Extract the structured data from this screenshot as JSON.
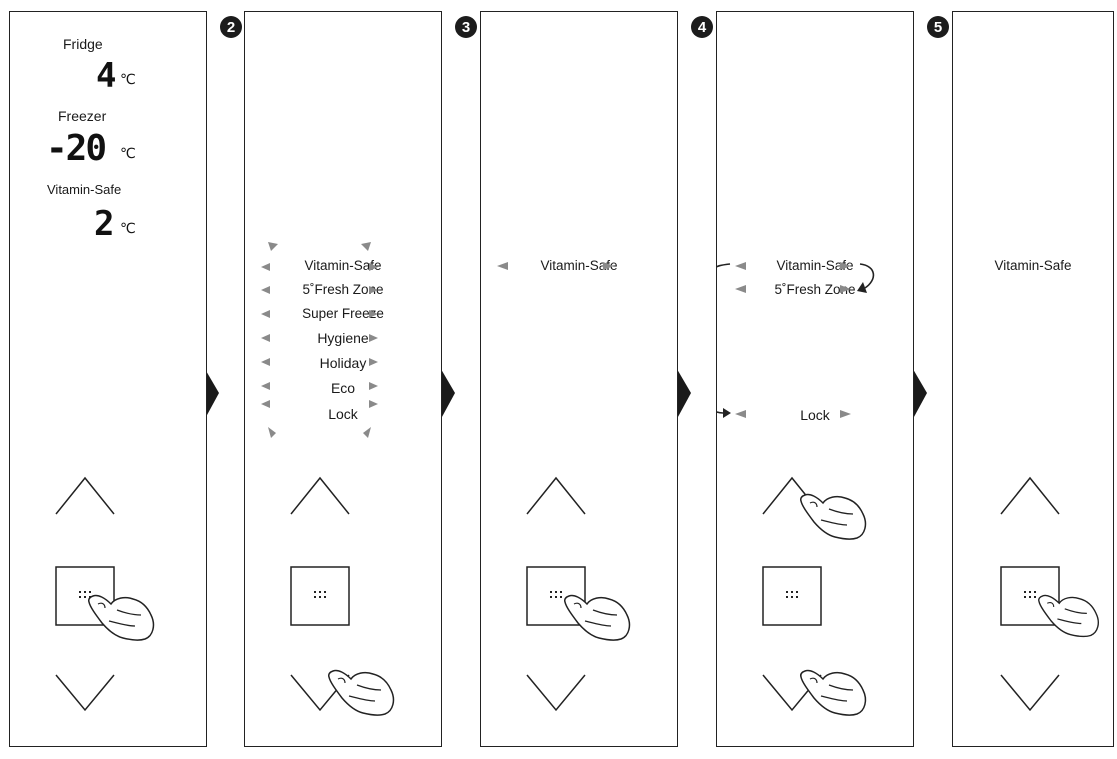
{
  "steps": {
    "badge_2": "2",
    "badge_3": "3",
    "badge_4": "4",
    "badge_5": "5"
  },
  "panel1": {
    "fridge_label": "Fridge",
    "fridge_value": "4",
    "fridge_unit": "℃",
    "freezer_label": "Freezer",
    "freezer_value": "-20",
    "freezer_unit": "℃",
    "vitamin_label": "Vitamin-Safe",
    "vitamin_value": "2",
    "vitamin_unit": "℃"
  },
  "panel2": {
    "menu": [
      "Vitamin-Safe",
      "5˚Fresh Zone",
      "Super Freeze",
      "Hygiene",
      "Holiday",
      "Eco",
      "Lock"
    ]
  },
  "panel3": {
    "selected": "Vitamin-Safe"
  },
  "panel4": {
    "item_1": "Vitamin-Safe",
    "item_2": "5˚Fresh Zone",
    "item_last": "Lock"
  },
  "panel5": {
    "confirmed": "Vitamin-Safe"
  },
  "icons": {
    "arrow_color": "#8a8a8a",
    "line_color": "#222222",
    "fill_arrow_color": "#1a1a1a"
  }
}
